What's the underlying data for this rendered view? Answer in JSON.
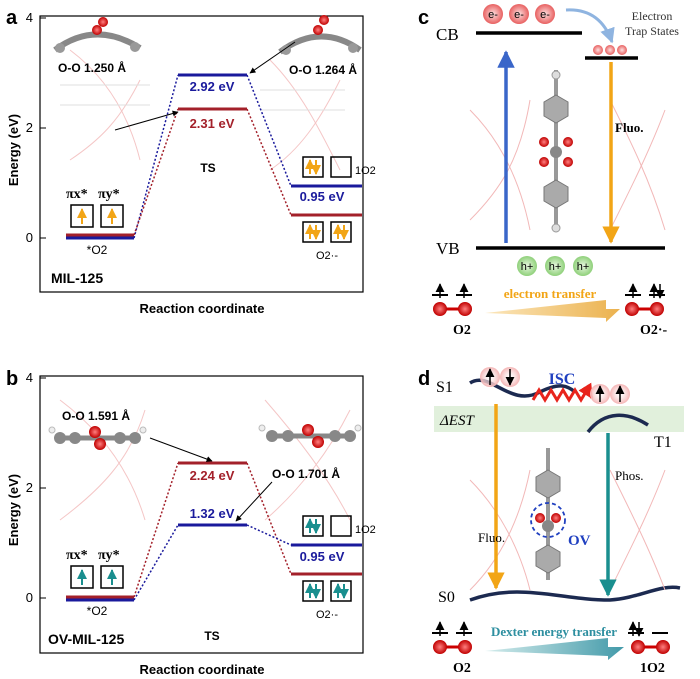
{
  "panels": {
    "a": {
      "letter": "a",
      "ylabel": "Energy (eV)",
      "xlabel": "Reaction coordinate",
      "yticks": [
        "0",
        "2",
        "4"
      ],
      "material": "MIL-125",
      "oo_left": "O-O 1.250 Å",
      "oo_right": "O-O 1.264 Å",
      "ts_label": "TS",
      "level_blue": "2.92 eV",
      "level_red": "2.31 eV",
      "level_singlet": "0.95 eV",
      "orbital_px": "πx*",
      "orbital_py": "πy*",
      "state_left": "*O2",
      "state_singlet": "1O2",
      "state_superoxide": "O2·-"
    },
    "b": {
      "letter": "b",
      "ylabel": "Energy (eV)",
      "xlabel": "Reaction coordinate",
      "yticks": [
        "0",
        "2",
        "4"
      ],
      "material": "OV-MIL-125",
      "oo_left": "O-O 1.591 Å",
      "oo_right": "O-O 1.701 Å",
      "ts_label": "TS",
      "level_red": "2.24 eV",
      "level_blue": "1.32 eV",
      "level_singlet": "0.95 eV",
      "orbital_px": "πx*",
      "orbital_py": "πy*",
      "state_left": "*O2",
      "state_singlet": "1O2",
      "state_superoxide": "O2·-"
    },
    "c": {
      "letter": "c",
      "cb": "CB",
      "vb": "VB",
      "electron": "e-",
      "hole": "h+",
      "trap": "Electron Trap States",
      "fluo": "Fluo.",
      "transfer": "electron transfer",
      "o2": "O2",
      "o2_minus": "O2·-"
    },
    "d": {
      "letter": "d",
      "s1": "S1",
      "s0": "S0",
      "t1": "T1",
      "isc": "ISC",
      "dest": "ΔEST",
      "fluo": "Fluo.",
      "phos": "Phos.",
      "ov": "OV",
      "transfer": "Dexter energy transfer",
      "o2": "O2",
      "singlet": "1O2"
    }
  },
  "colors": {
    "blue_level": "#1a1a9c",
    "red_level": "#a3202a",
    "orange_arrow": "#f2a516",
    "teal_arrow": "#1a8f8f",
    "blue_arrow": "#3a66c9",
    "band": "#000000",
    "electron": "#e86060",
    "hole": "#7ec86e",
    "isc": "#e8241c",
    "dexter": "#2e8fa0"
  }
}
